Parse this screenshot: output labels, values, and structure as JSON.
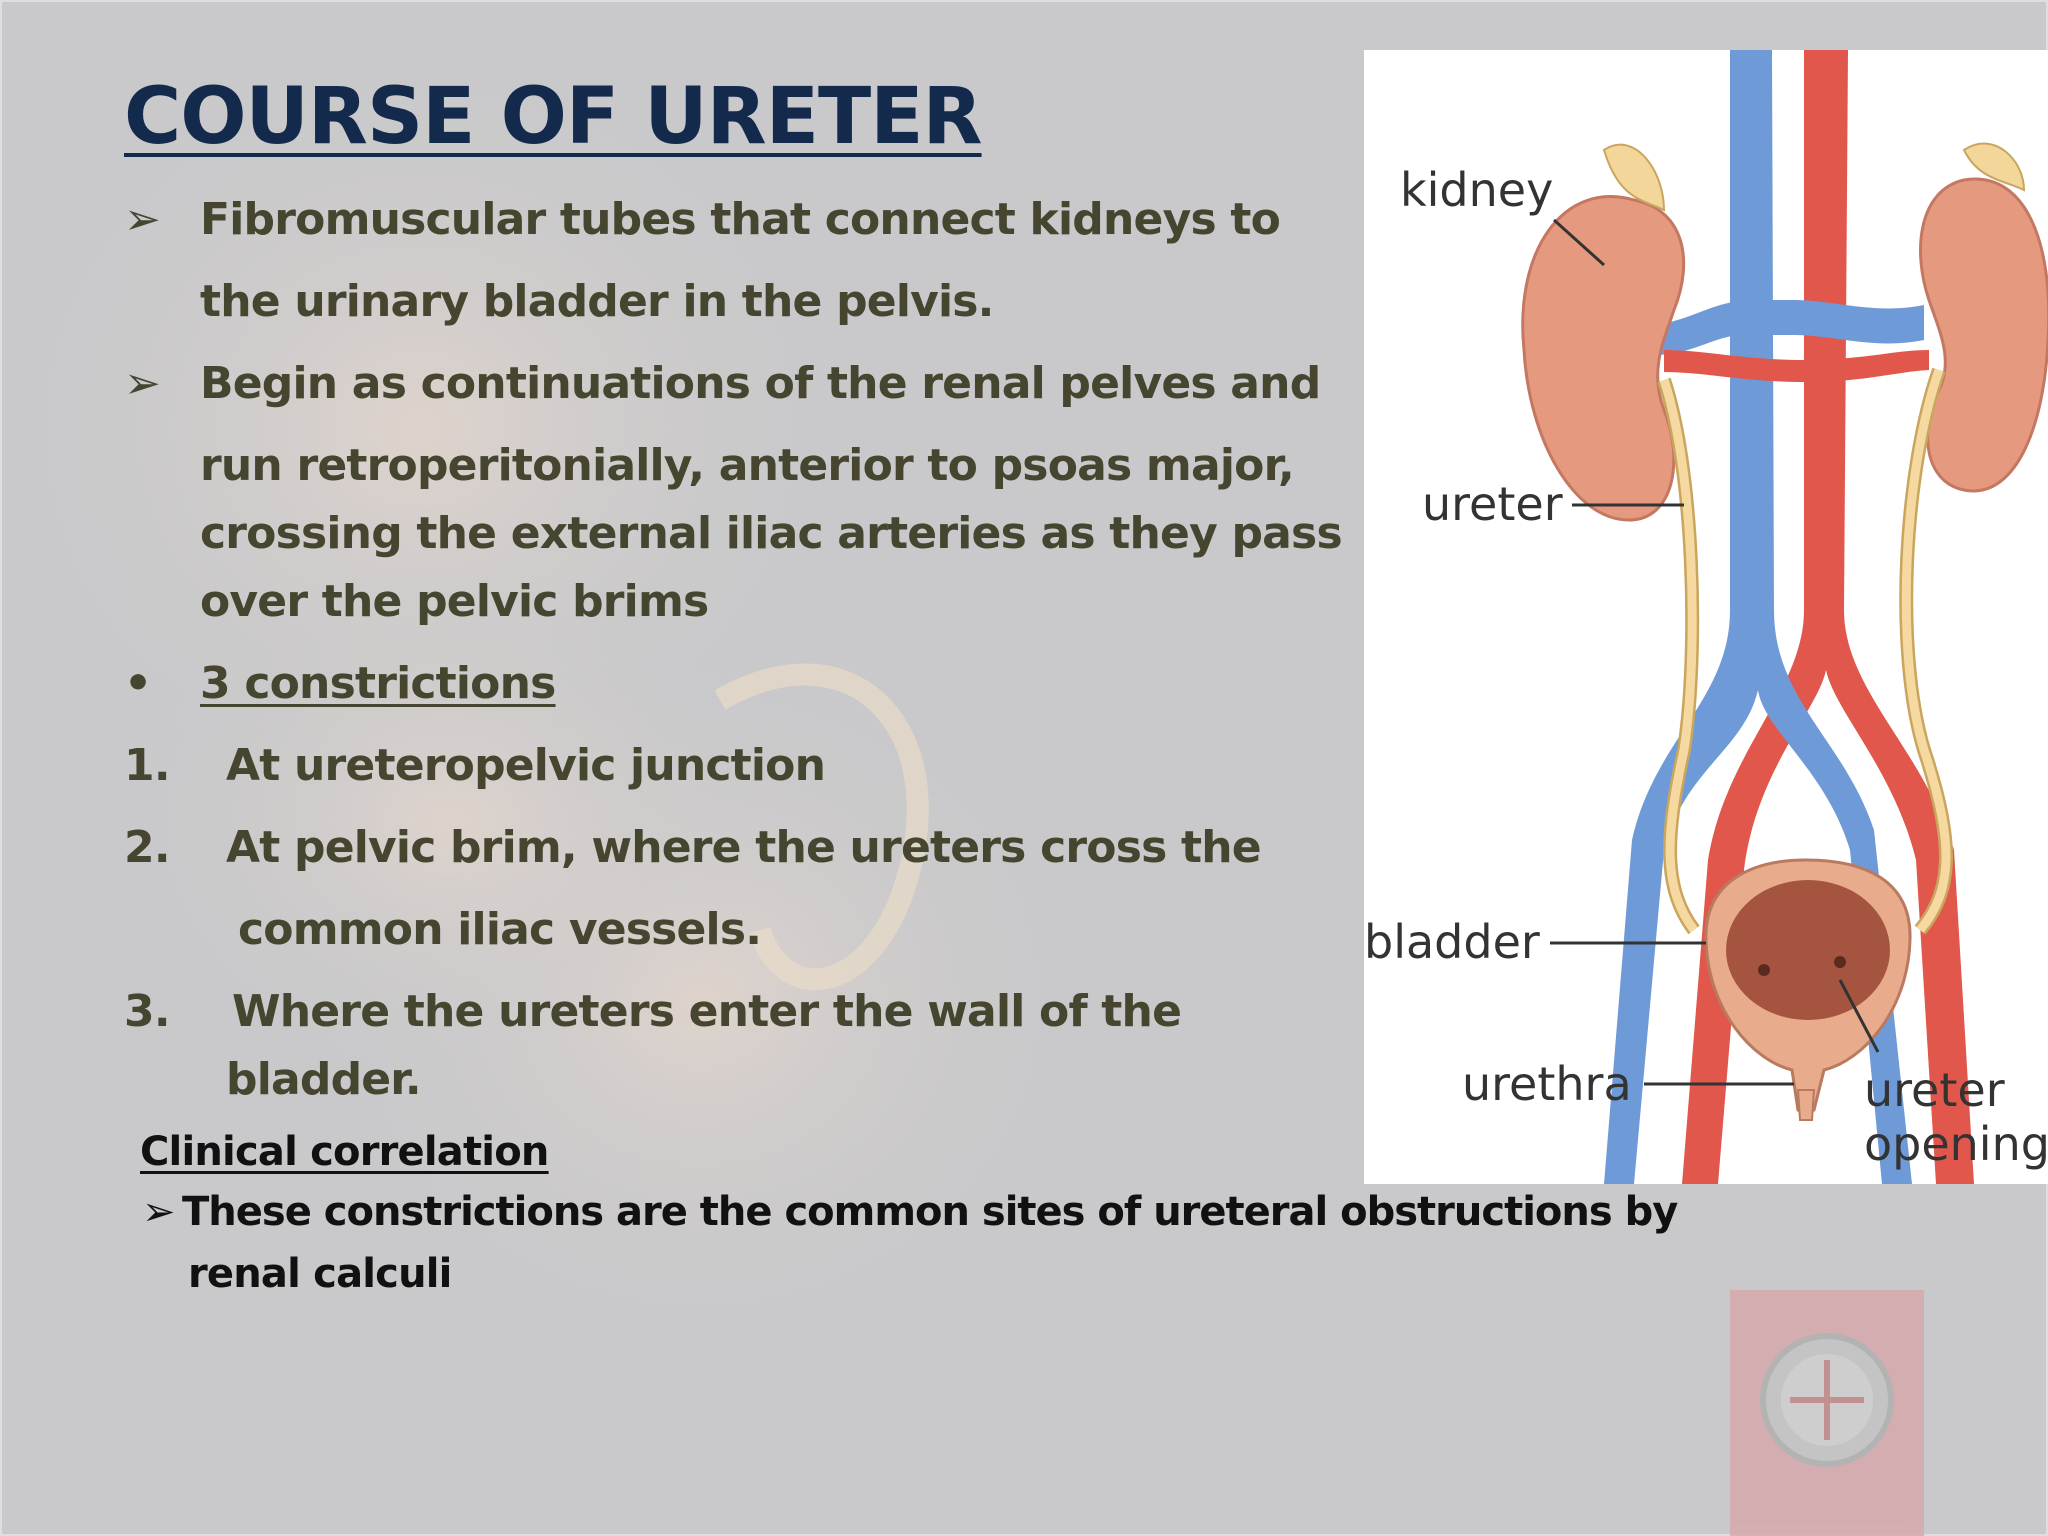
{
  "slide": {
    "title": "COURSE OF URETER",
    "bullet1": {
      "marker": "➢",
      "lines": [
        "Fibromuscular tubes that connect  kidneys to",
        "the urinary bladder in the pelvis."
      ]
    },
    "bullet2": {
      "marker": "➢",
      "lines": [
        "Begin as continuations of the renal pelves and",
        "run retroperitonially, anterior to psoas major,",
        "crossing the external iliac arteries as they pass",
        "over the pelvic brims"
      ]
    },
    "constrictions": {
      "marker": "•",
      "heading": "3  constrictions",
      "items": [
        {
          "number": "1.",
          "lines": [
            "At ureteropelvic junction"
          ]
        },
        {
          "number": "2.",
          "lines": [
            "At pelvic brim, where the ureters cross the",
            "common iliac vessels."
          ]
        },
        {
          "number": "3.",
          "lines": [
            "Where the ureters enter the wall of the",
            "bladder."
          ]
        }
      ]
    },
    "clinical": {
      "heading": "Clinical correlation",
      "marker": "➢",
      "lines": [
        "These constrictions are the common sites of ureteral obstructions by",
        "renal calculi"
      ]
    }
  },
  "diagram": {
    "labels": {
      "kidney": "kidney",
      "ureter": "ureter",
      "bladder": "bladder",
      "urethra": "urethra",
      "ureter_opening_1": "ureter",
      "ureter_opening_2": "opening"
    },
    "colors": {
      "artery": "#e2574c",
      "vein": "#6f9ad8",
      "kidney": "#e59a7f",
      "ureter": "#f5d9a0",
      "bladder": "#e8ab8c"
    }
  }
}
